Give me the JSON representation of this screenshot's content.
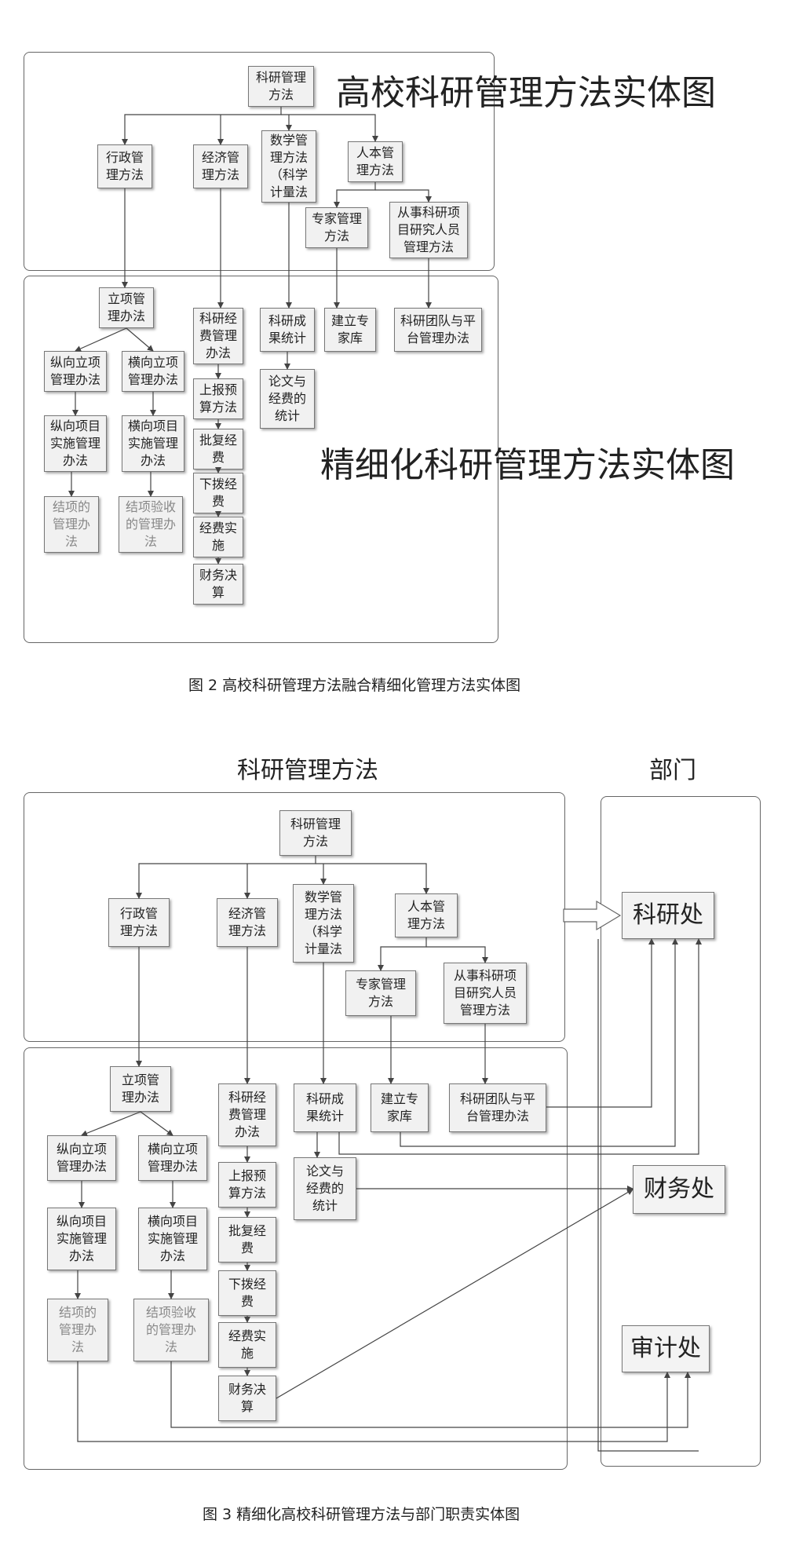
{
  "fig2": {
    "title_top": "高校科研管理方法实体图",
    "title_bottom": "精细化科研管理方法实体图",
    "caption": "图 2  高校科研管理方法融合精细化管理方法实体图",
    "nodes": {
      "root": "科研管理\n方法",
      "admin": "行政管\n理方法",
      "econ": "经济管\n理方法",
      "math": "数学管\n理方法\n（科学\n计量法",
      "human": "人本管\n理方法",
      "expert": "专家管理\n方法",
      "staff": "从事科研项\n目研究人员\n管理方法",
      "project": "立项管\n理办法",
      "vert": "纵向立项\n管理办法",
      "horiz": "横向立项\n管理办法",
      "vert_impl": "纵向项目\n实施管理\n办法",
      "horiz_impl": "横向项目\n实施管理\n办法",
      "close1": "结项的\n管理办\n法",
      "close2": "结项验收\n的管理办\n法",
      "fund": "科研经\n费管理\n办法",
      "budget": "上报预\n算方法",
      "approve": "批复经\n费",
      "allot": "下拨经\n费",
      "implement": "经费实\n施",
      "final": "财务决\n算",
      "stats": "科研成\n果统计",
      "paper": "论文与\n经费的\n统计",
      "expertdb": "建立专\n家库",
      "team": "科研团队与平\n台管理办法"
    }
  },
  "fig3": {
    "header_methods": "科研管理方法",
    "header_dept": "部门",
    "caption": "图 3 精细化高校科研管理方法与部门职责实体图",
    "depts": {
      "research": "科研处",
      "finance": "财务处",
      "audit": "审计处"
    },
    "nodes": {
      "root": "科研管理\n方法",
      "admin": "行政管\n理方法",
      "econ": "经济管\n理方法",
      "math": "数学管\n理方法\n（科学\n计量法",
      "human": "人本管\n理方法",
      "expert": "专家管理\n方法",
      "staff": "从事科研项\n目研究人员\n管理方法",
      "project": "立项管\n理办法",
      "vert": "纵向立项\n管理办法",
      "horiz": "横向立项\n管理办法",
      "vert_impl": "纵向项目\n实施管理\n办法",
      "horiz_impl": "横向项目\n实施管理\n办法",
      "close1": "结项的\n管理办\n法",
      "close2": "结项验收\n的管理办\n法",
      "fund": "科研经\n费管理\n办法",
      "budget": "上报预\n算方法",
      "approve": "批复经\n费",
      "allot": "下拨经\n费",
      "implement": "经费实\n施",
      "final": "财务决\n算",
      "stats": "科研成\n果统计",
      "paper": "论文与\n经费的\n统计",
      "expertdb": "建立专\n家库",
      "team": "科研团队与平\n台管理办法"
    }
  }
}
